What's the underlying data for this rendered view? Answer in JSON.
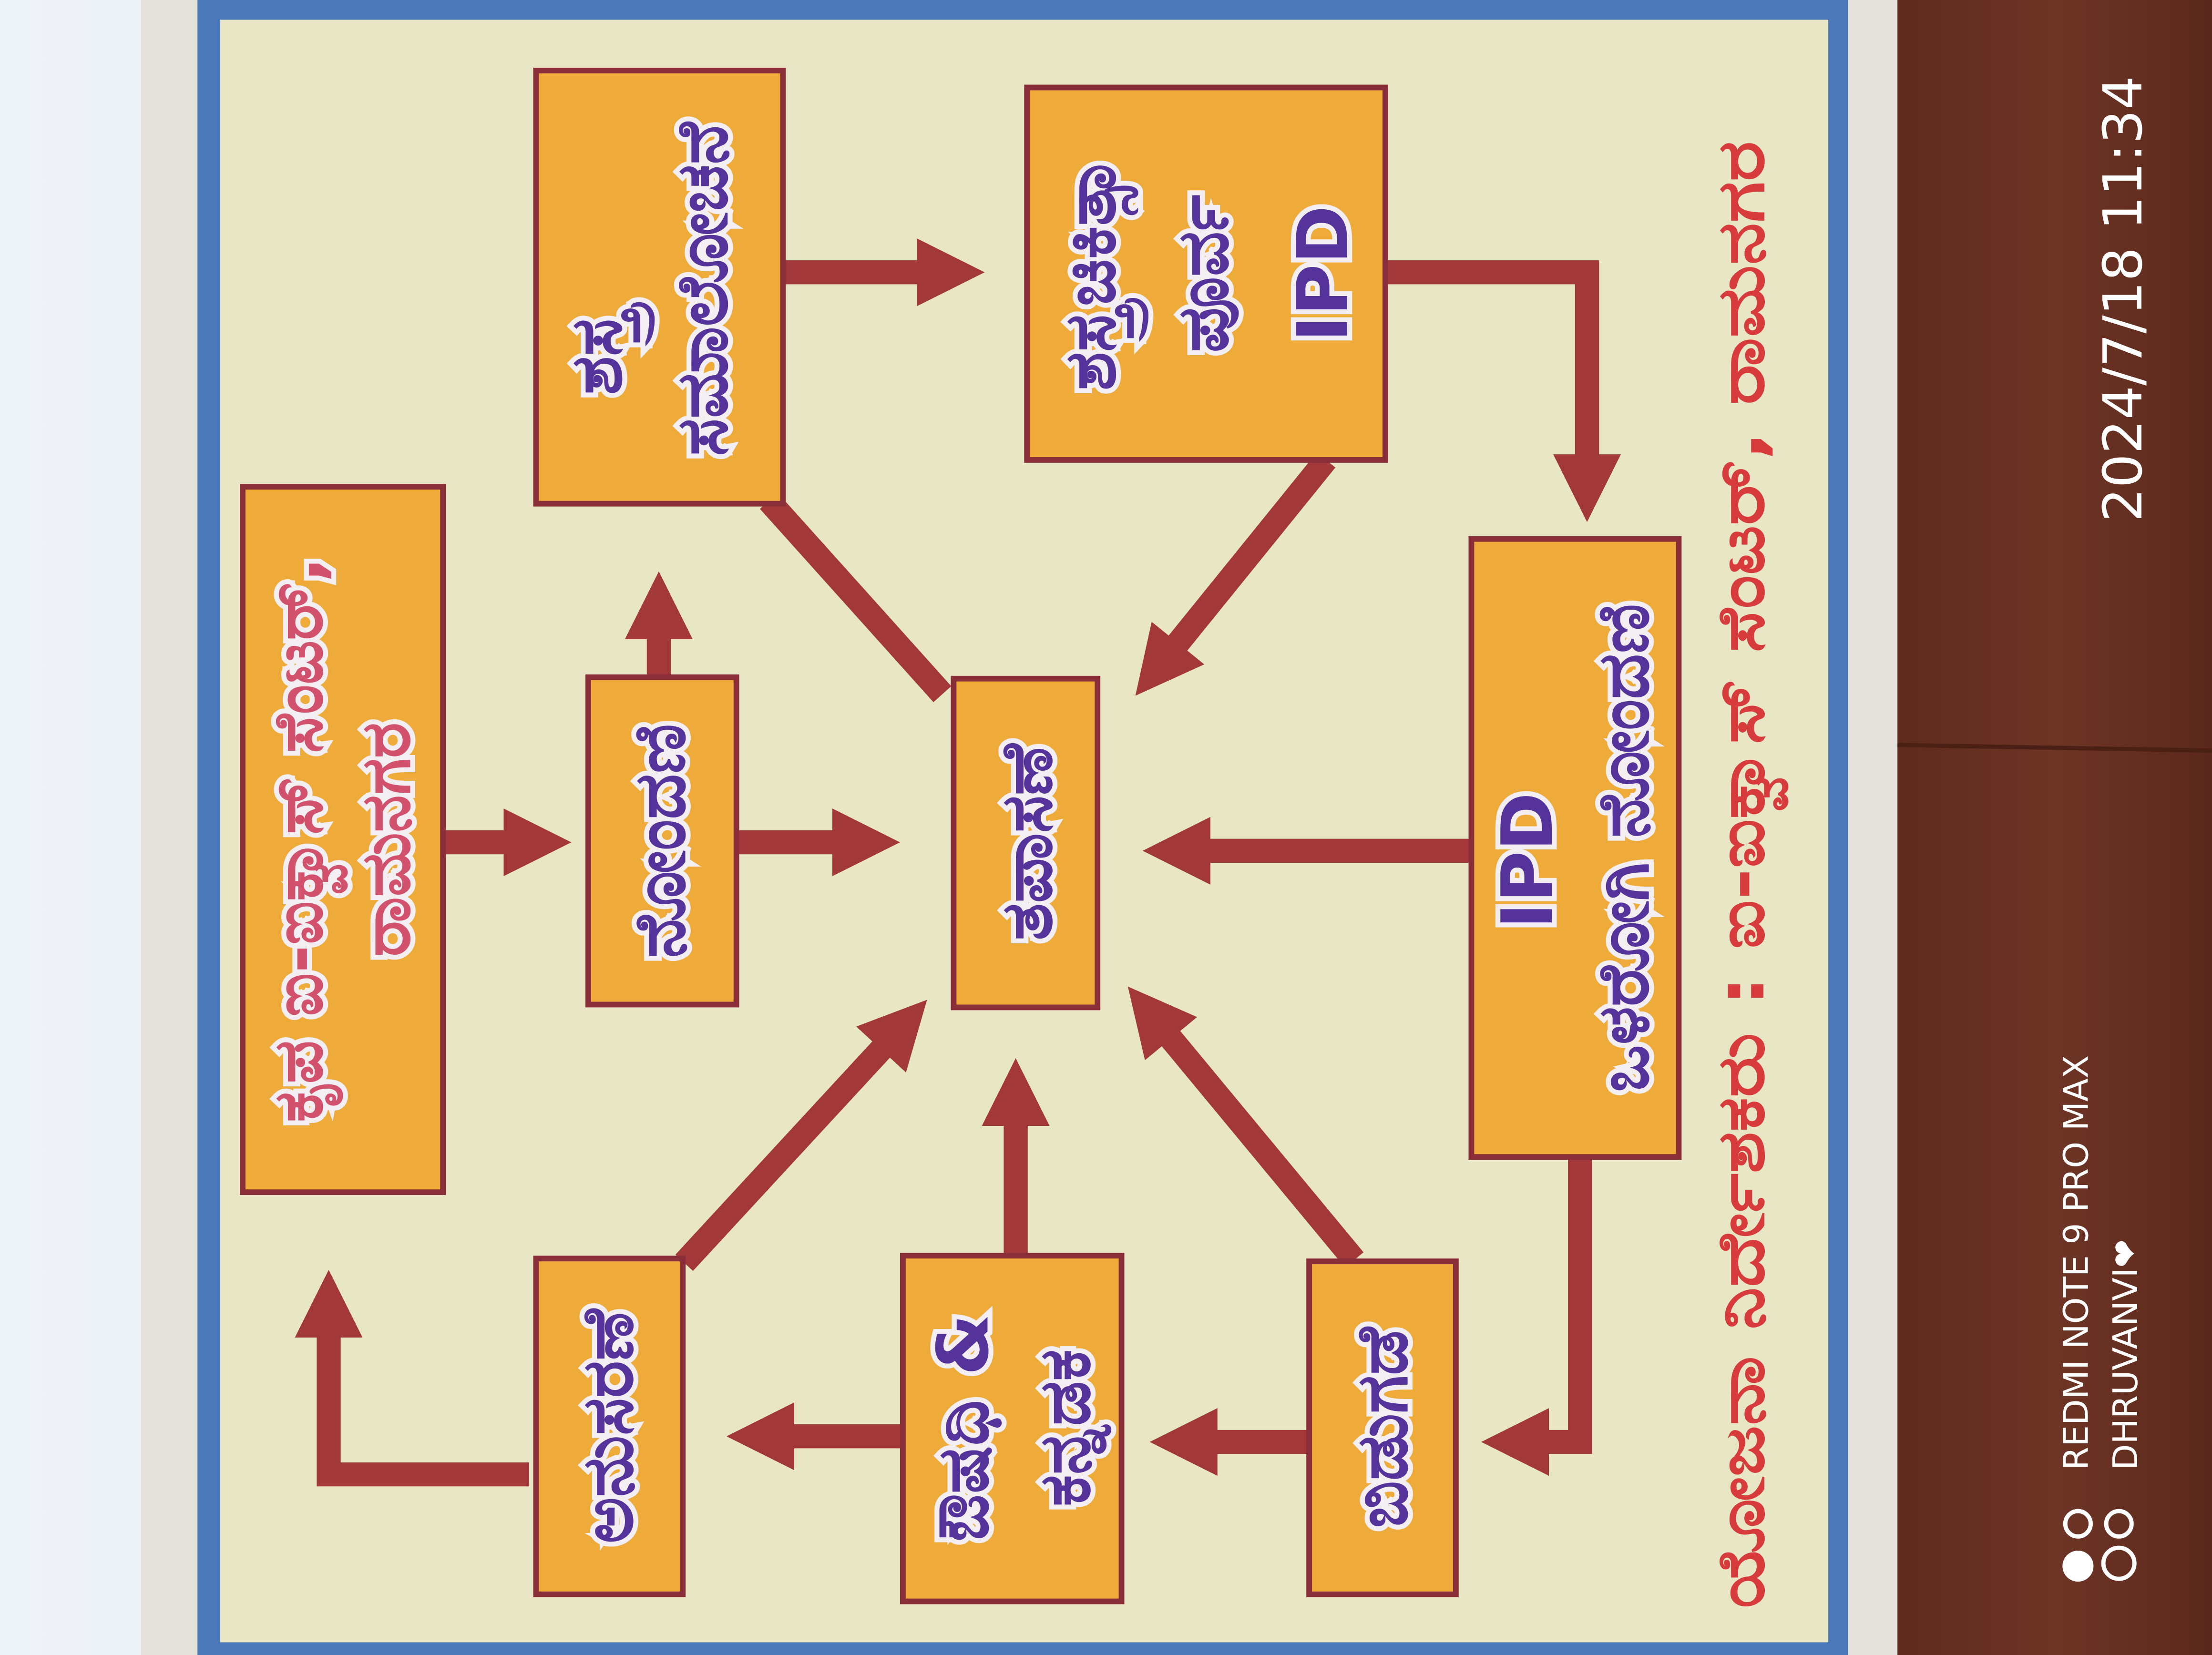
{
  "banner": {
    "partner_box": {
      "line1": "ಕೃಪ ಐ-ಐಕ್ವಾಸ್ ಸೆಂಟರ್,",
      "line2": "ರಾಮನಗರ"
    },
    "counselling_box": {
      "line1": "ಶಸ್ತ್ರ",
      "line2": "ಸಮಾಲೋಚನೆ"
    },
    "pre_op_box": {
      "line1": "ಶಸ್ತ್ರಚಿಕಿತ್ಸಾ",
      "line2": "ಪೂರ್ವ",
      "line3": "IPD"
    },
    "registration_box": {
      "label": "ನೋಂದಣಿ"
    },
    "examination_box": {
      "label": "ತಪಾಸಣೆ"
    },
    "ipd_box": {
      "line1": "IPD",
      "line2": "ಒಳರೋಗಿ ನೋಂದಣಿ"
    },
    "followup_box": {
      "label": "ಅನುಸರಣೆ"
    },
    "medicine_box": {
      "line1": "ಔಷಧಿ &",
      "line2": "ಕನ್ನಡಕ"
    },
    "discharge_box": {
      "label": "ಬಿಡುಗಡೆ"
    },
    "footer": "ಯೋಜನಾ ನಿರ್ದೇಶಕರು : ಐ-ಐಕ್ವಾಸ್ ಸೆಂಟರ್, ರಾಮನಗರ"
  },
  "watermark": {
    "device": "REDMI NOTE 9 PRO MAX",
    "user": "DHRUVANVI❤",
    "timestamp": "2024/7/18 11:34"
  },
  "colors": {
    "box_fill": "#eeab3a",
    "box_border": "#8a2f3a",
    "arrow": "#a2383a",
    "text_purple": "#55339a",
    "footer_red": "#d83b3b",
    "banner_border_blue": "#4a78b8"
  }
}
